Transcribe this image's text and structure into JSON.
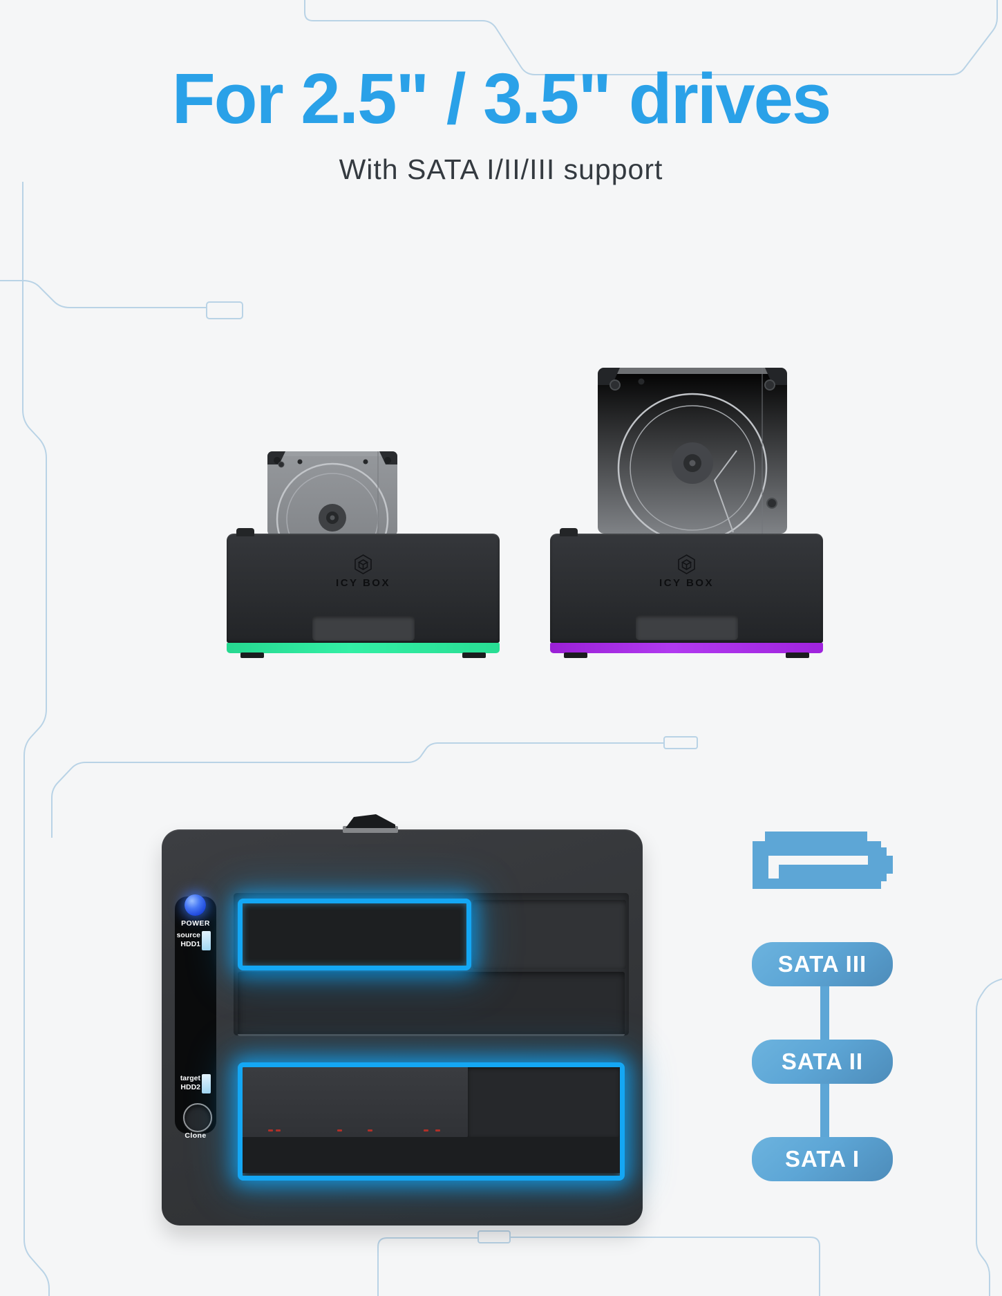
{
  "hero": {
    "title": "For 2.5\" / 3.5\" drives",
    "subtitle": "With SATA I/II/III support"
  },
  "brand": {
    "name": "ICY BOX"
  },
  "station": {
    "power_label": "POWER",
    "source_label": "source",
    "source_drive": "HDD1",
    "target_label": "target",
    "target_drive": "HDD2",
    "clone_label": "Clone"
  },
  "sata": {
    "items": [
      {
        "label": "SATA III"
      },
      {
        "label": "SATA II"
      },
      {
        "label": "SATA I"
      }
    ]
  },
  "colors": {
    "headline_blue": "#2aa1e8",
    "subtitle_gray": "#343a40",
    "slot_glow_blue": "#14a7f4",
    "led_strip_green": "#2de69c",
    "led_strip_purple": "#a62ce8",
    "sata_pill_blue": "#5da6d6",
    "circuit_trace_blue": "#b9d3e6",
    "power_button_blue": "#2f6af0",
    "status_led_red": "#b03028"
  }
}
